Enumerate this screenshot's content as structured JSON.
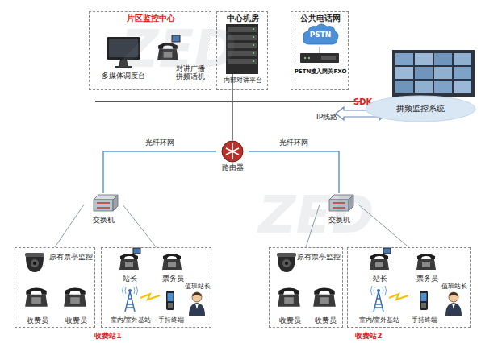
{
  "diagram": {
    "nodes": [
      {
        "text": [
          "片区监控中心"
        ]
      },
      {
        "text": [
          "多媒体调度台"
        ],
        "in": 0
      },
      {
        "text": [
          "对讲广播 拼频话机"
        ],
        "in": 0
      },
      {
        "text": [
          "中心机房"
        ]
      },
      {
        "text": [
          "内部对讲平台"
        ],
        "in": 3
      },
      {
        "text": [
          "公共电话网"
        ]
      },
      {
        "text": [
          "PSTN"
        ],
        "in": 5
      },
      {
        "text": [
          "PSTN接入网关FXO"
        ],
        "in": 5
      },
      {
        "text": [
          "拼频监控系统"
        ]
      },
      {
        "text": [
          "路由器"
        ]
      },
      {
        "text": [
          "交换机"
        ]
      },
      {
        "text": [
          "交换机"
        ]
      },
      {
        "text": [
          "原有票亭监控"
        ]
      },
      {
        "text": [
          "收费员"
        ],
        "in": 12
      },
      {
        "text": [
          "收费员"
        ],
        "in": 12
      },
      {
        "text": [
          "收费站1"
        ]
      },
      {
        "text": [
          "站长"
        ],
        "in": 15
      },
      {
        "text": [
          "票务员"
        ],
        "in": 15
      },
      {
        "text": [
          "室内/室外基站"
        ],
        "in": 15
      },
      {
        "text": [
          "手持终端"
        ],
        "in": 15
      },
      {
        "text": [
          "值班站长"
        ],
        "in": 15
      },
      {
        "text": [
          "原有票亭监控"
        ]
      },
      {
        "text": [
          "收费员"
        ],
        "in": 21
      },
      {
        "text": [
          "收费员"
        ],
        "in": 21
      },
      {
        "text": [
          "收费站2"
        ]
      },
      {
        "text": [
          "站长"
        ],
        "in": 24
      },
      {
        "text": [
          "票务员"
        ],
        "in": 24
      },
      {
        "text": [
          "室内/室外基站"
        ],
        "in": 24
      },
      {
        "text": [
          "手持终端"
        ],
        "in": 24
      },
      {
        "text": [
          "值班站长"
        ],
        "in": 24
      }
    ],
    "edges": [
      {
        "from": 9,
        "to": 10,
        "label": "光纤环网",
        "arrow": "none"
      },
      {
        "from": 9,
        "to": 11,
        "label": "光纤环网",
        "arrow": "none"
      },
      {
        "from": 10,
        "to": 12,
        "arrow": "none"
      },
      {
        "from": 10,
        "to": 15,
        "arrow": "none"
      },
      {
        "from": 11,
        "to": 21,
        "arrow": "none"
      },
      {
        "from": 11,
        "to": 24,
        "arrow": "none"
      }
    ],
    "labels": [
      "SDK",
      "IP线路",
      "ZED",
      "ZED"
    ]
  }
}
